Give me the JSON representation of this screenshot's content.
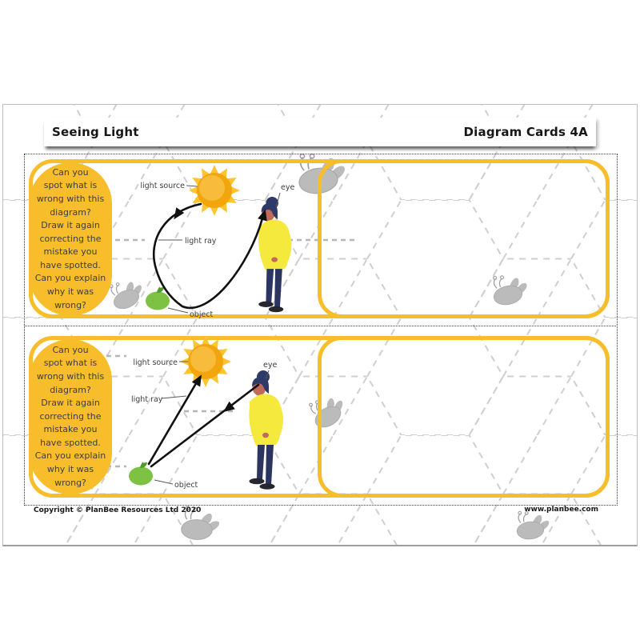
{
  "header": {
    "title": "Seeing Light",
    "doc_label": "Diagram Cards 4A"
  },
  "cards": [
    {
      "prompt_lines": [
        "Can you",
        "spot what is",
        "wrong with this",
        "diagram?",
        "Draw it again",
        "correcting the",
        "mistake you",
        "have spotted.",
        "Can you explain",
        "why it was",
        "wrong?"
      ],
      "labels": {
        "light_source": "light source",
        "eye": "eye",
        "light_ray": "light ray",
        "object": "object"
      }
    },
    {
      "prompt_lines": [
        "Can you",
        "spot what is",
        "wrong with this",
        "diagram?",
        "Draw it again",
        "correcting the",
        "mistake you",
        "have spotted.",
        "Can you explain",
        "why it was",
        "wrong?"
      ],
      "labels": {
        "light_source": "light source",
        "eye": "eye",
        "light_ray": "light ray",
        "object": "object"
      }
    }
  ],
  "footer": {
    "copyright": "Copyright © PlanBee Resources Ltd 2020",
    "website": "www.planbee.com"
  },
  "colors": {
    "accent_yellow": "#F8BD2B",
    "jacket_yellow": "#F6E93D",
    "sun_orange": "#F2A50C",
    "sun_ray_yellow": "#FFC531",
    "apple_green": "#7DC242",
    "bee_grey": "#BBBBBB",
    "hex_pattern_grey": "#CFCFCF"
  }
}
